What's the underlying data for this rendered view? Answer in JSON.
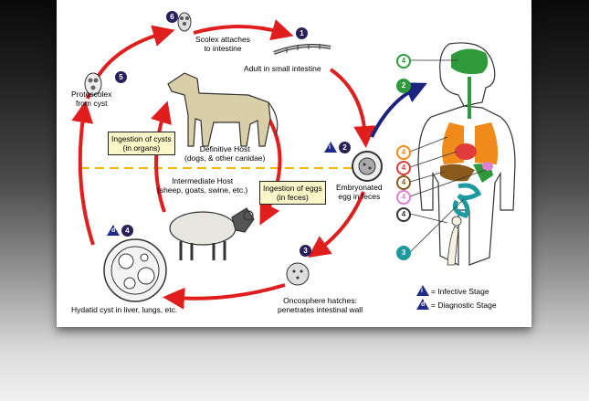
{
  "labels": {
    "scolex": "Scolex attaches\nto intestine",
    "adult": "Adult in small intestine",
    "protoscolex": "Protoscolex\nfrom cyst",
    "definitive": "Definitive Host\n(dogs, & other canidae)",
    "cysts_box": "Ingestion of cysts\n(in organs)",
    "intermediate": "Intermediate Host\n(sheep, goats, swine, etc.)",
    "eggs_box": "Ingestion of eggs\n(in feces)",
    "egg": "Embryonated\negg in feces",
    "onco": "Oncosphere hatches:\npenetrates intestinal wall",
    "hydatid": "Hydatid cyst in liver, lungs, etc."
  },
  "badges": {
    "b1": "1",
    "b2": "2",
    "b3": "3",
    "b4": "4",
    "b5": "5",
    "b6": "6",
    "infective_letter": "i",
    "diagnostic_letter": "d"
  },
  "organ_numbers": [
    "4",
    "2",
    "4",
    "4",
    "4",
    "4",
    "4",
    "3"
  ],
  "legend": {
    "infective": "= Infective Stage",
    "diagnostic": "= Diagnostic Stage"
  },
  "colors": {
    "cycle_arrow": "#e01e1e",
    "dispersal_arrow": "#1a237e",
    "divider": "#f2b800",
    "badge": "#2a1f5c",
    "box_fill": "#fbf7c9",
    "organ_green": "#2e9a3c",
    "organ_orange": "#f08a1a",
    "organ_red": "#e03c3c",
    "organ_brown": "#8a5a1c",
    "organ_pink": "#e080d0",
    "organ_teal": "#1c9aa0"
  }
}
